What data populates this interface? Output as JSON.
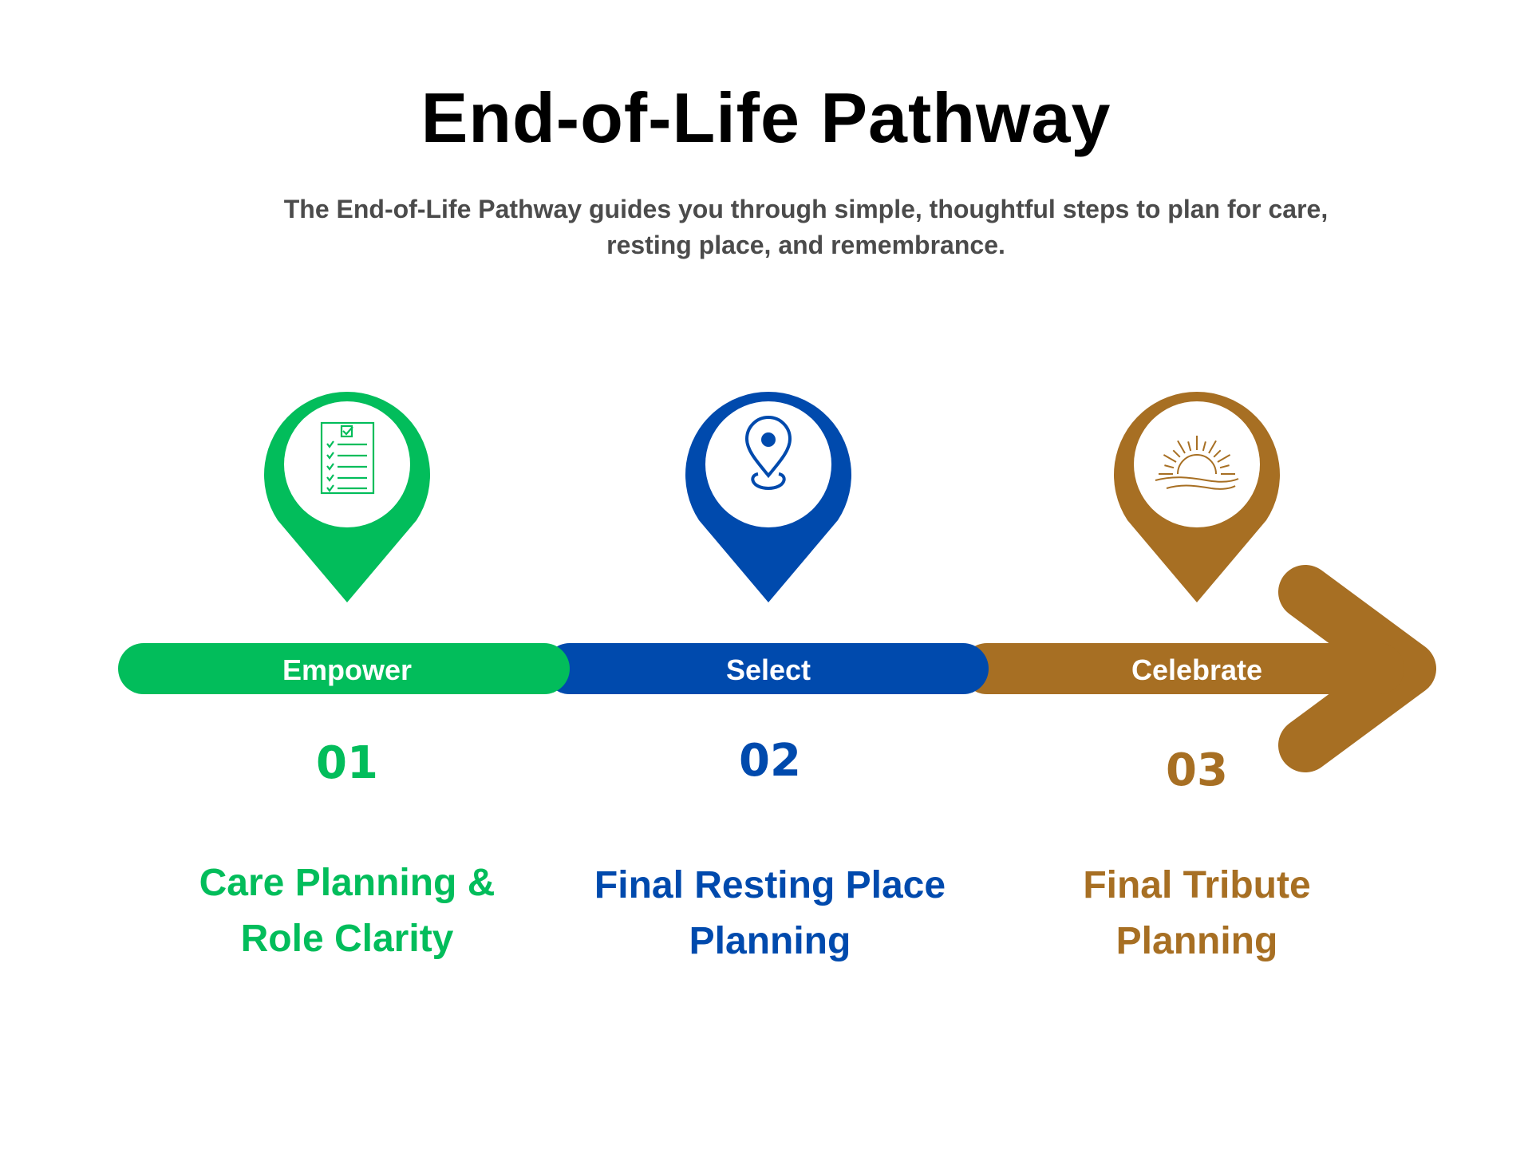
{
  "header": {
    "title": "End-of-Life Pathway",
    "subtitle": "The End-of-Life Pathway guides you through simple, thoughtful steps to plan for care, resting place, and remembrance."
  },
  "colors": {
    "green": "#02bd5b",
    "blue": "#004aad",
    "brown": "#a76f23",
    "white": "#ffffff"
  },
  "steps": [
    {
      "stage": "Empower",
      "number": "01",
      "title_lines": [
        "Care Planning &",
        "Role Clarity"
      ],
      "icon": "checklist-icon"
    },
    {
      "stage": "Select",
      "number": "02",
      "title_lines": [
        "Final Resting Place",
        "Planning"
      ],
      "icon": "location-pin-icon"
    },
    {
      "stage": "Celebrate",
      "number": "03",
      "title_lines": [
        "Final Tribute",
        "Planning"
      ],
      "icon": "sunset-icon"
    }
  ]
}
